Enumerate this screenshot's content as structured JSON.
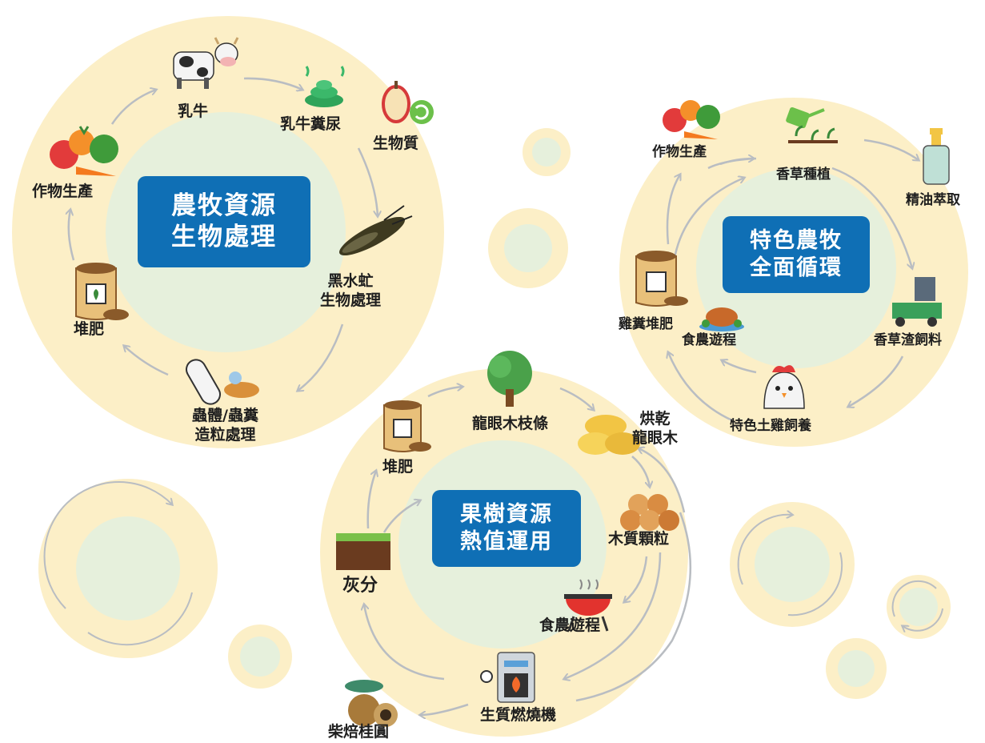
{
  "cycles": {
    "livestock": {
      "title_line1": "農牧資源",
      "title_line2": "生物處理",
      "nodes": {
        "dairy_cow": "乳牛",
        "cow_manure": "乳牛糞尿",
        "biomass": "生物質",
        "bsf_line1": "黑水虻",
        "bsf_line2": "生物處理",
        "pellet_line1": "蟲體/蟲糞",
        "pellet_line2": "造粒處理",
        "compost": "堆肥",
        "crop": "作物生產"
      }
    },
    "orchard": {
      "title_line1": "果樹資源",
      "title_line2": "熱值運用",
      "nodes": {
        "longan_branch": "龍眼木枝條",
        "dried_line1": "烘乾",
        "dried_line2": "龍眼木",
        "wood_pellet": "木質顆粒",
        "food_tour": "食農遊程",
        "burner": "生質燃燒機",
        "smoked_longan": "柴焙桂圓",
        "ash": "灰分",
        "compost": "堆肥"
      }
    },
    "specialty": {
      "title_line1": "特色農牧",
      "title_line2": "全面循環",
      "nodes": {
        "crop": "作物生產",
        "herb_planting": "香草種植",
        "essential_oil": "精油萃取",
        "herb_feed": "香草渣飼料",
        "chicken": "特色土雞飼養",
        "food_tour": "食農遊程",
        "chicken_compost": "雞糞堆肥"
      }
    }
  },
  "colors": {
    "outer_ring": "#fcefc7",
    "inner_disc": "#e6f0dc",
    "title_box": "#0f6fb5",
    "arrow": "#b9bdc2"
  },
  "icons": [
    "cow-icon",
    "manure-icon",
    "apple-core-icon",
    "soldier-fly-icon",
    "larva-pellet-icon",
    "compost-bag-icon",
    "vegetables-icon",
    "tree-icon",
    "hay-roll-icon",
    "log-pile-icon",
    "grill-icon",
    "stove-icon",
    "longan-icon",
    "soil-icon",
    "watering-can-icon",
    "oil-bottle-icon",
    "feed-machine-icon",
    "chicken-icon",
    "roast-dish-icon"
  ]
}
